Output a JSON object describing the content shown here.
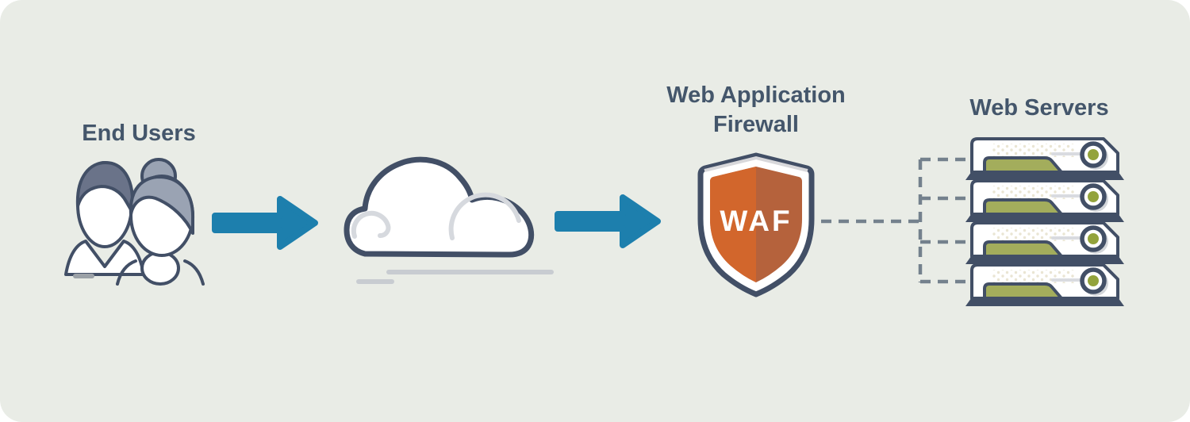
{
  "title": "Web Application Firewall architecture diagram",
  "colors": {
    "canvas_bg": "#e9ece6",
    "navy": "#424f66",
    "text": "#44566b",
    "blue": "#1d7fad",
    "orange_left": "#d2662c",
    "orange_right": "#b5623c",
    "green": "#a3ad5c",
    "green_dark": "#93a33c",
    "hair_dark": "#6a7389",
    "hair_light": "#9aa3b3",
    "cloud_inner": "#d6d9de",
    "speed_line": "#c8ccd1",
    "gray_dash": "#74818d",
    "dash_mark": "#9ba1a7",
    "dots": "#eae5d3",
    "line_gray": "#d9dbe0",
    "shadow_gray": "#d3d6da"
  },
  "nodes": {
    "end_users": {
      "label": "End Users",
      "icon": "two-users-icon"
    },
    "cloud": {
      "icon": "cloud-icon"
    },
    "waf": {
      "title_line1": "Web Application",
      "title_line2": "Firewall",
      "badge": "WAF",
      "icon": "shield-icon"
    },
    "web_servers": {
      "label": "Web Servers",
      "icon": "server-stack-icon",
      "count": 4
    }
  },
  "connections": [
    {
      "from": "end_users",
      "to": "cloud",
      "type": "solid-arrow"
    },
    {
      "from": "cloud",
      "to": "waf",
      "type": "solid-arrow"
    },
    {
      "from": "waf",
      "to": "web_servers",
      "type": "dashed-fanout",
      "branches": 4
    }
  ]
}
